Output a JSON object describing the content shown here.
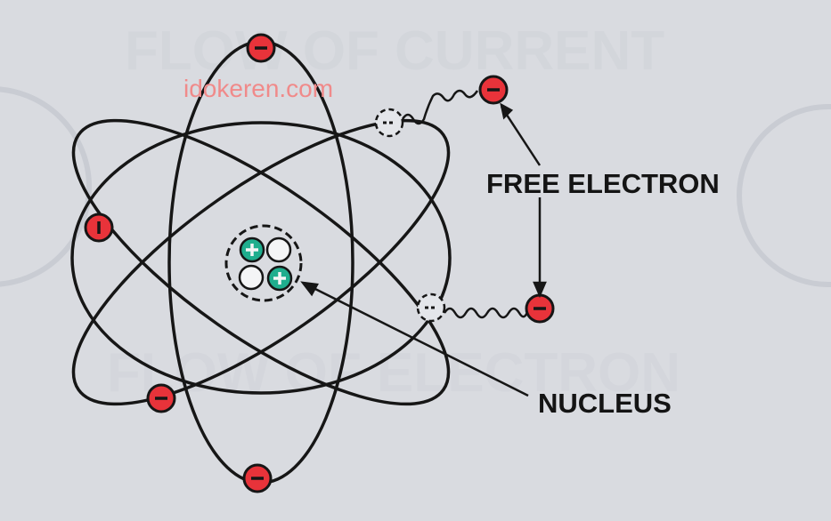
{
  "watermark": "idokeren.com",
  "labels": {
    "free_electron": "FREE ELECTRON",
    "nucleus": "NUCLEUS"
  },
  "colors": {
    "background": "#d9dbe0",
    "ink": "#161616",
    "electron": "#e8333a",
    "proton": "#1fae8e",
    "watermark": "#f08a8a"
  },
  "icons": {
    "electron": "minus-sign",
    "proton": "plus-sign",
    "hole": "dashed-circle"
  }
}
